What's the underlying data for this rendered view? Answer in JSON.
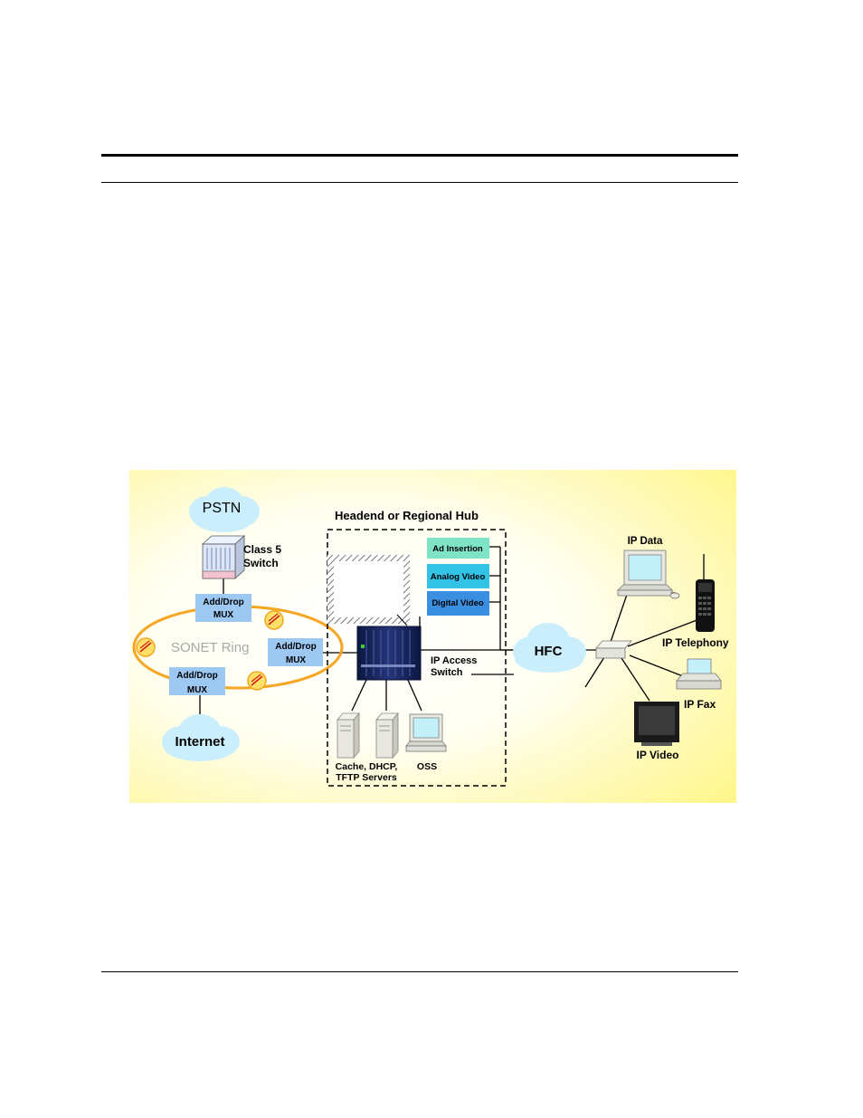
{
  "diagram": {
    "clouds": {
      "pstn": "PSTN",
      "internet": "Internet",
      "hfc": "HFC"
    },
    "class5_switch": [
      "Class 5",
      "Switch"
    ],
    "mux_top": [
      "Add/Drop",
      "MUX"
    ],
    "mux_right": [
      "Add/Drop",
      "MUX"
    ],
    "mux_bottom": [
      "Add/Drop",
      "MUX"
    ],
    "sonet_ring": "SONET Ring",
    "headend_title": "Headend or Regional Hub",
    "services": {
      "ad_insertion": "Ad Insertion",
      "analog_video": "Analog Video",
      "digital_video": "Digital Video"
    },
    "ip_access_switch": [
      "IP Access",
      "Switch"
    ],
    "servers_label": [
      "Cache, DHCP,",
      "TFTP Servers"
    ],
    "oss_label": "OSS",
    "endpoints": {
      "ip_data": "IP Data",
      "ip_telephony": "IP Telephony",
      "ip_fax": "IP Fax",
      "ip_video": "IP Video"
    },
    "colors": {
      "service_ad": "#7fe3c8",
      "service_analog": "#33c3e6",
      "service_digital": "#3a8fe0",
      "mux_fill": "#9cc8f2",
      "ring": "#f5a623"
    }
  }
}
